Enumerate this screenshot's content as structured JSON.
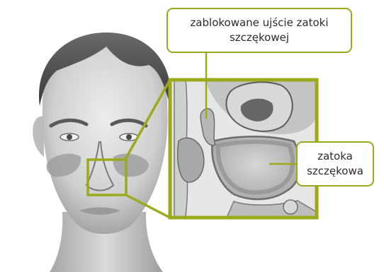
{
  "labels": {
    "blocked_ostium": "zablokowane ujście zatoki szczękowej",
    "maxillary_sinus_line1": "zatoka",
    "maxillary_sinus_line2": "szczękowa"
  },
  "colors": {
    "accent_frame": "#9aaa1c",
    "sinus_fill": "#c9c9c9",
    "inflamed_mucosa": "#8e8e8e",
    "skin_light": "#e4e4e4",
    "skin_dark": "#9a9a9a",
    "hair": "#4d4d4d"
  }
}
